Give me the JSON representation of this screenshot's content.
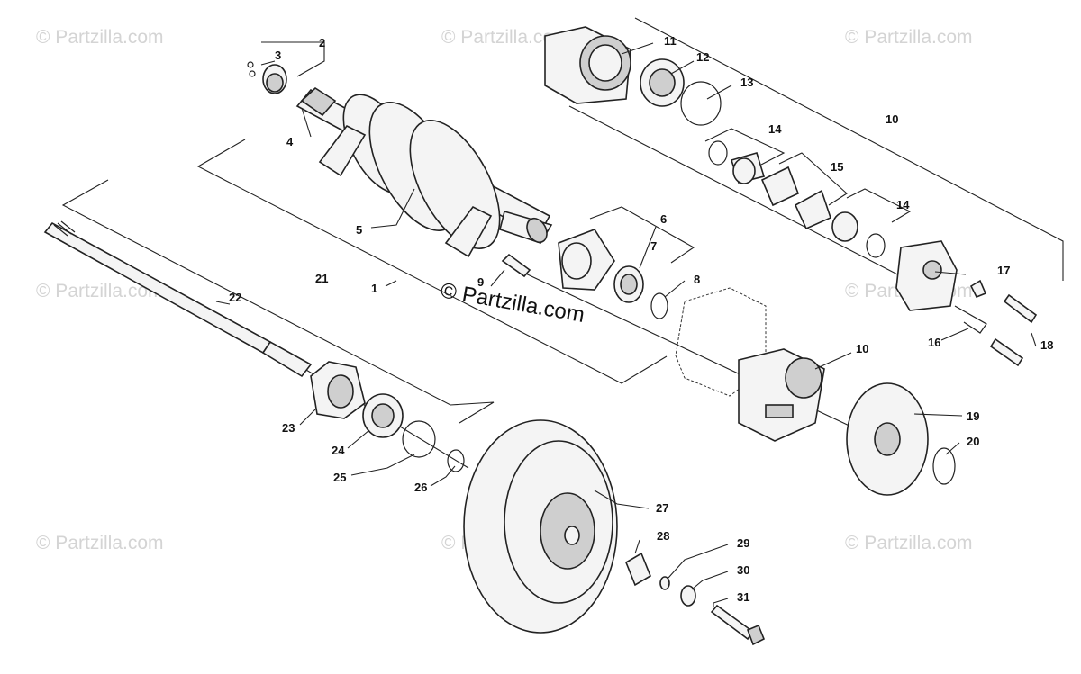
{
  "watermark": {
    "text": "© Partzilla.com",
    "main_text": "© Partzilla.com"
  },
  "callouts": [
    "1",
    "2",
    "3",
    "4",
    "5",
    "6",
    "7",
    "8",
    "9",
    "10",
    "10",
    "11",
    "12",
    "13",
    "14",
    "14",
    "15",
    "16",
    "17",
    "18",
    "19",
    "20",
    "21",
    "22",
    "23",
    "24",
    "25",
    "26",
    "27",
    "28",
    "29",
    "30",
    "31"
  ]
}
